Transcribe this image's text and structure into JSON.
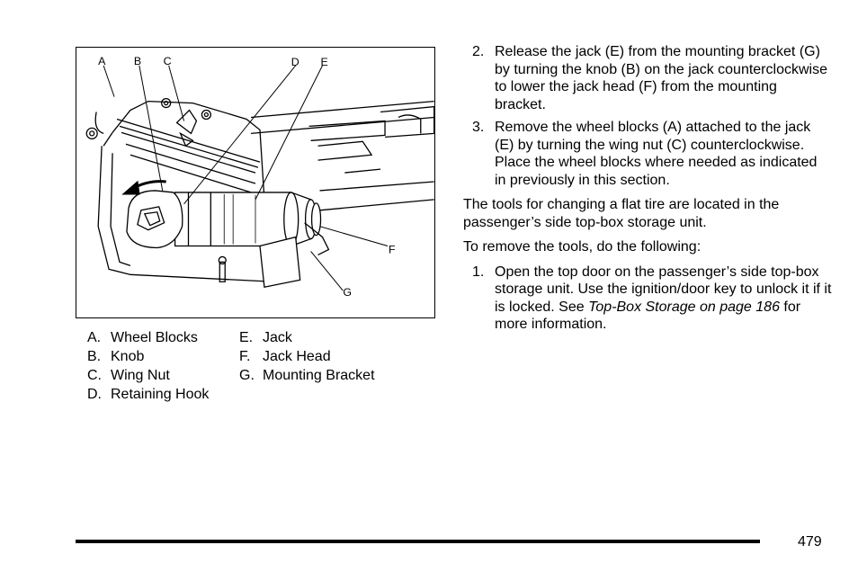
{
  "figure": {
    "callouts": [
      "A",
      "B",
      "C",
      "D",
      "E",
      "F",
      "G"
    ]
  },
  "legend": {
    "col1": [
      {
        "letter": "A.",
        "text": "Wheel Blocks"
      },
      {
        "letter": "B.",
        "text": "Knob"
      },
      {
        "letter": "C.",
        "text": "Wing Nut"
      },
      {
        "letter": "D.",
        "text": "Retaining Hook"
      }
    ],
    "col2": [
      {
        "letter": "E.",
        "text": "Jack"
      },
      {
        "letter": "F.",
        "text": "Jack Head"
      },
      {
        "letter": "G.",
        "text": "Mounting Bracket"
      }
    ]
  },
  "steps_top": [
    {
      "num": "2.",
      "text": "Release the jack (E) from the mounting bracket (G) by turning the knob (B) on the jack counterclockwise to lower the jack head (F) from the mounting bracket."
    },
    {
      "num": "3.",
      "text": "Remove the wheel blocks (A) attached to the jack (E) by turning the wing nut (C) counterclockwise. Place the wheel blocks where needed as indicated in previously in this section."
    }
  ],
  "para1": "The tools for changing a flat tire are located in the passenger’s side top-box storage unit.",
  "para2": "To remove the tools, do the following:",
  "step1": {
    "num": "1.",
    "text_before": "Open the top door on the passenger’s side top-box storage unit. Use the ignition/door key to unlock it if it is locked. See ",
    "link": "Top-Box Storage on page 186",
    "text_after": " for more information."
  },
  "page_number": "479"
}
